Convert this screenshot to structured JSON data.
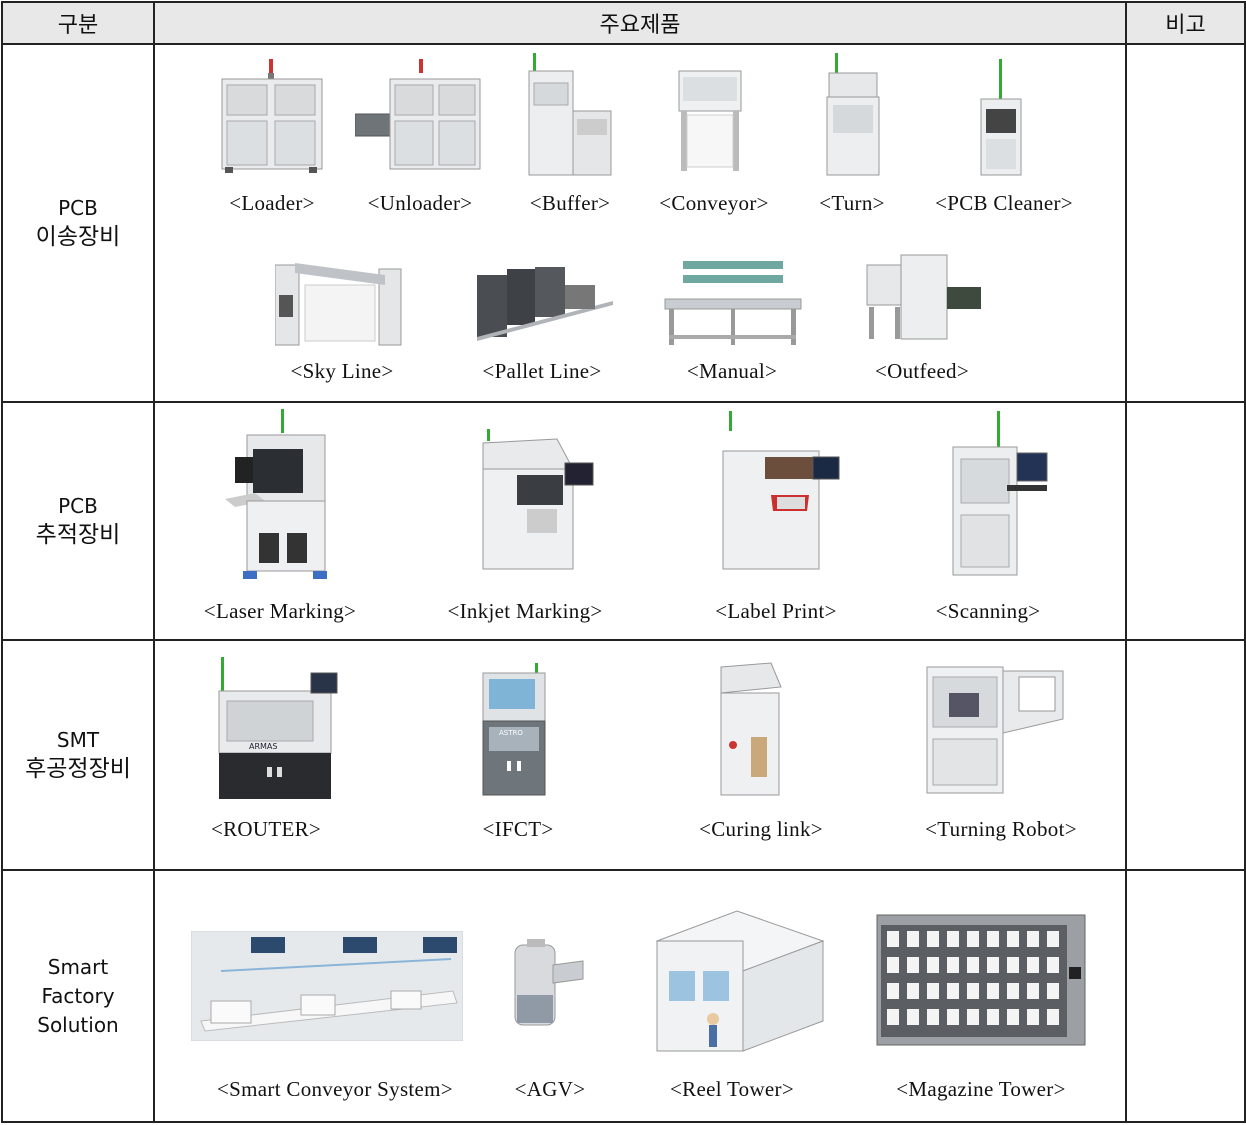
{
  "header": {
    "col1": "구분",
    "col2": "주요제품",
    "col3": "비고"
  },
  "rows": [
    {
      "cat_en": "PCB",
      "cat_ko": "이송장비",
      "products": [
        "<Loader>",
        "<Unloader>",
        "<Buffer>",
        "<Conveyor>",
        "<Turn>",
        "<PCB Cleaner>",
        "<Sky Line>",
        "<Pallet Line>",
        "<Manual>",
        "<Outfeed>"
      ]
    },
    {
      "cat_en": "PCB",
      "cat_ko": "추적장비",
      "products": [
        "<Laser Marking>",
        "<Inkjet Marking>",
        "<Label Print>",
        "<Scanning>"
      ]
    },
    {
      "cat_en": "SMT",
      "cat_ko": "후공정장비",
      "products": [
        "<ROUTER>",
        "<IFCT>",
        "<Curing link>",
        "<Turning Robot>"
      ]
    },
    {
      "cat_lines": [
        "Smart",
        "Factory",
        "Solution"
      ],
      "products": [
        "<Smart Conveyor System>",
        "<AGV>",
        "<Reel Tower>",
        "<Magazine Tower>"
      ]
    }
  ],
  "image_text": {
    "router_brand": "ARMAS",
    "ifct_brand": "ASTRO"
  }
}
